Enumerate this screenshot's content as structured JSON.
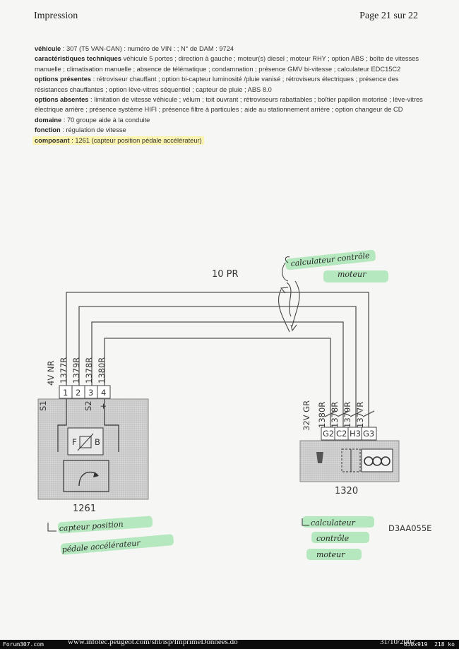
{
  "header": {
    "left": "Impression",
    "right": "Page 21 sur 22"
  },
  "info": [
    {
      "label": "véhicule",
      "text": " : 307 (T5 VAN-CAN) : numéro de VIN : ; N° de DAM : 9724"
    },
    {
      "label": "caractéristiques techniques",
      "text": " véhicule 5 portes ; direction à gauche ; moteur(s) diesel ; moteur RHY ; option ABS ; boîte de vitesses manuelle ; climatisation manuelle ; absence de télématique ; condamnation ; présence GMV bi-vitesse ; calculateur EDC15C2"
    },
    {
      "label": "options présentes",
      "text": " : rétroviseur chauffant ; option bi-capteur luminosité /pluie vanisé ; rétroviseurs électriques ; présence des résistances chauffantes ; option lève-vitres séquentiel ; capteur de pluie ; ABS 8.0"
    },
    {
      "label": "options absentes",
      "text": " : limitation de vitesse véhicule ; vélum ; toit ouvrant ; rétroviseurs rabattables ; boîtier papillon motorisé ; lève-vitres électrique arrière ; présence système HIFI ; présence filtre à particules ; aide au stationnement arrière ; option changeur de CD"
    },
    {
      "label": "domaine",
      "text": " : 70 groupe aide à la conduite"
    },
    {
      "label": "fonction",
      "text": " : régulation de vitesse"
    },
    {
      "label": "composant",
      "text": " : 1261 (capteur position pédale accélérateur)"
    }
  ],
  "diagram": {
    "harness_label": "10 PR",
    "left_connector": {
      "label": "4V NR",
      "wires": [
        "1377R",
        "1379R",
        "1378R",
        "1380R"
      ],
      "pins": [
        "1",
        "2",
        "3",
        "4"
      ],
      "side_marks": [
        "S1",
        "S2",
        "+"
      ],
      "inner_letters": [
        "F",
        "B"
      ],
      "id": "1261"
    },
    "right_connector": {
      "label": "32V GR",
      "wires": [
        "1380R",
        "1378R",
        "1379R",
        "1377R"
      ],
      "pins": [
        "G2",
        "C2",
        "H3",
        "G3"
      ],
      "id": "1320"
    },
    "ref_code": "D3AA055E"
  },
  "annotations": {
    "top_right": [
      "calculateur contrôle",
      "moteur"
    ],
    "bottom_left": [
      "capteur position",
      "pédale accélérateur"
    ],
    "bottom_right": [
      "calculateur",
      "contrôle",
      "moteur"
    ]
  },
  "footer": {
    "url": "www.infotec.peugeot.com/sht/isp/ImprimeDonnees.do",
    "date": "31/10/2007",
    "site": "Forum307.com",
    "dims": "650x919",
    "size": "218 ko"
  },
  "colors": {
    "highlight_yellow": "#fbf3b0",
    "marker_green": "#9fe3ad",
    "component_gray": "#cfcfcf"
  }
}
